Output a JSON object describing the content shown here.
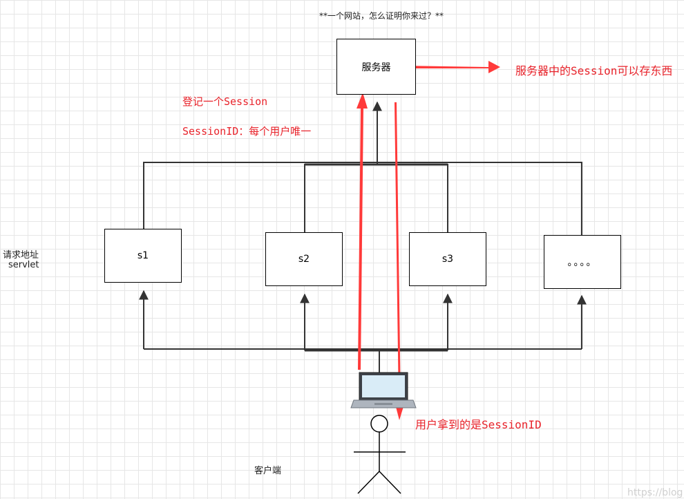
{
  "title": "**一个网站，怎么证明你来过？**",
  "nodes": {
    "server": "服务器",
    "s1": "s1",
    "s2": "s2",
    "s3": "s3",
    "more": "。。。。"
  },
  "labels": {
    "request_address": "请求地址",
    "servlet": "servlet",
    "client": "客户端"
  },
  "annotations": {
    "server_stores": "服务器中的Session可以存东西",
    "register_session": "登记一个Session",
    "session_id_unique": "SessionID：每个用户唯一",
    "user_gets_id": "用户拿到的是SessionID"
  },
  "watermark": "https://blog",
  "colors": {
    "annotation": "#e8222a",
    "line": "#333333",
    "grid": "#e6e6e6"
  },
  "icons": [
    "laptop-icon",
    "stick-figure-icon"
  ]
}
